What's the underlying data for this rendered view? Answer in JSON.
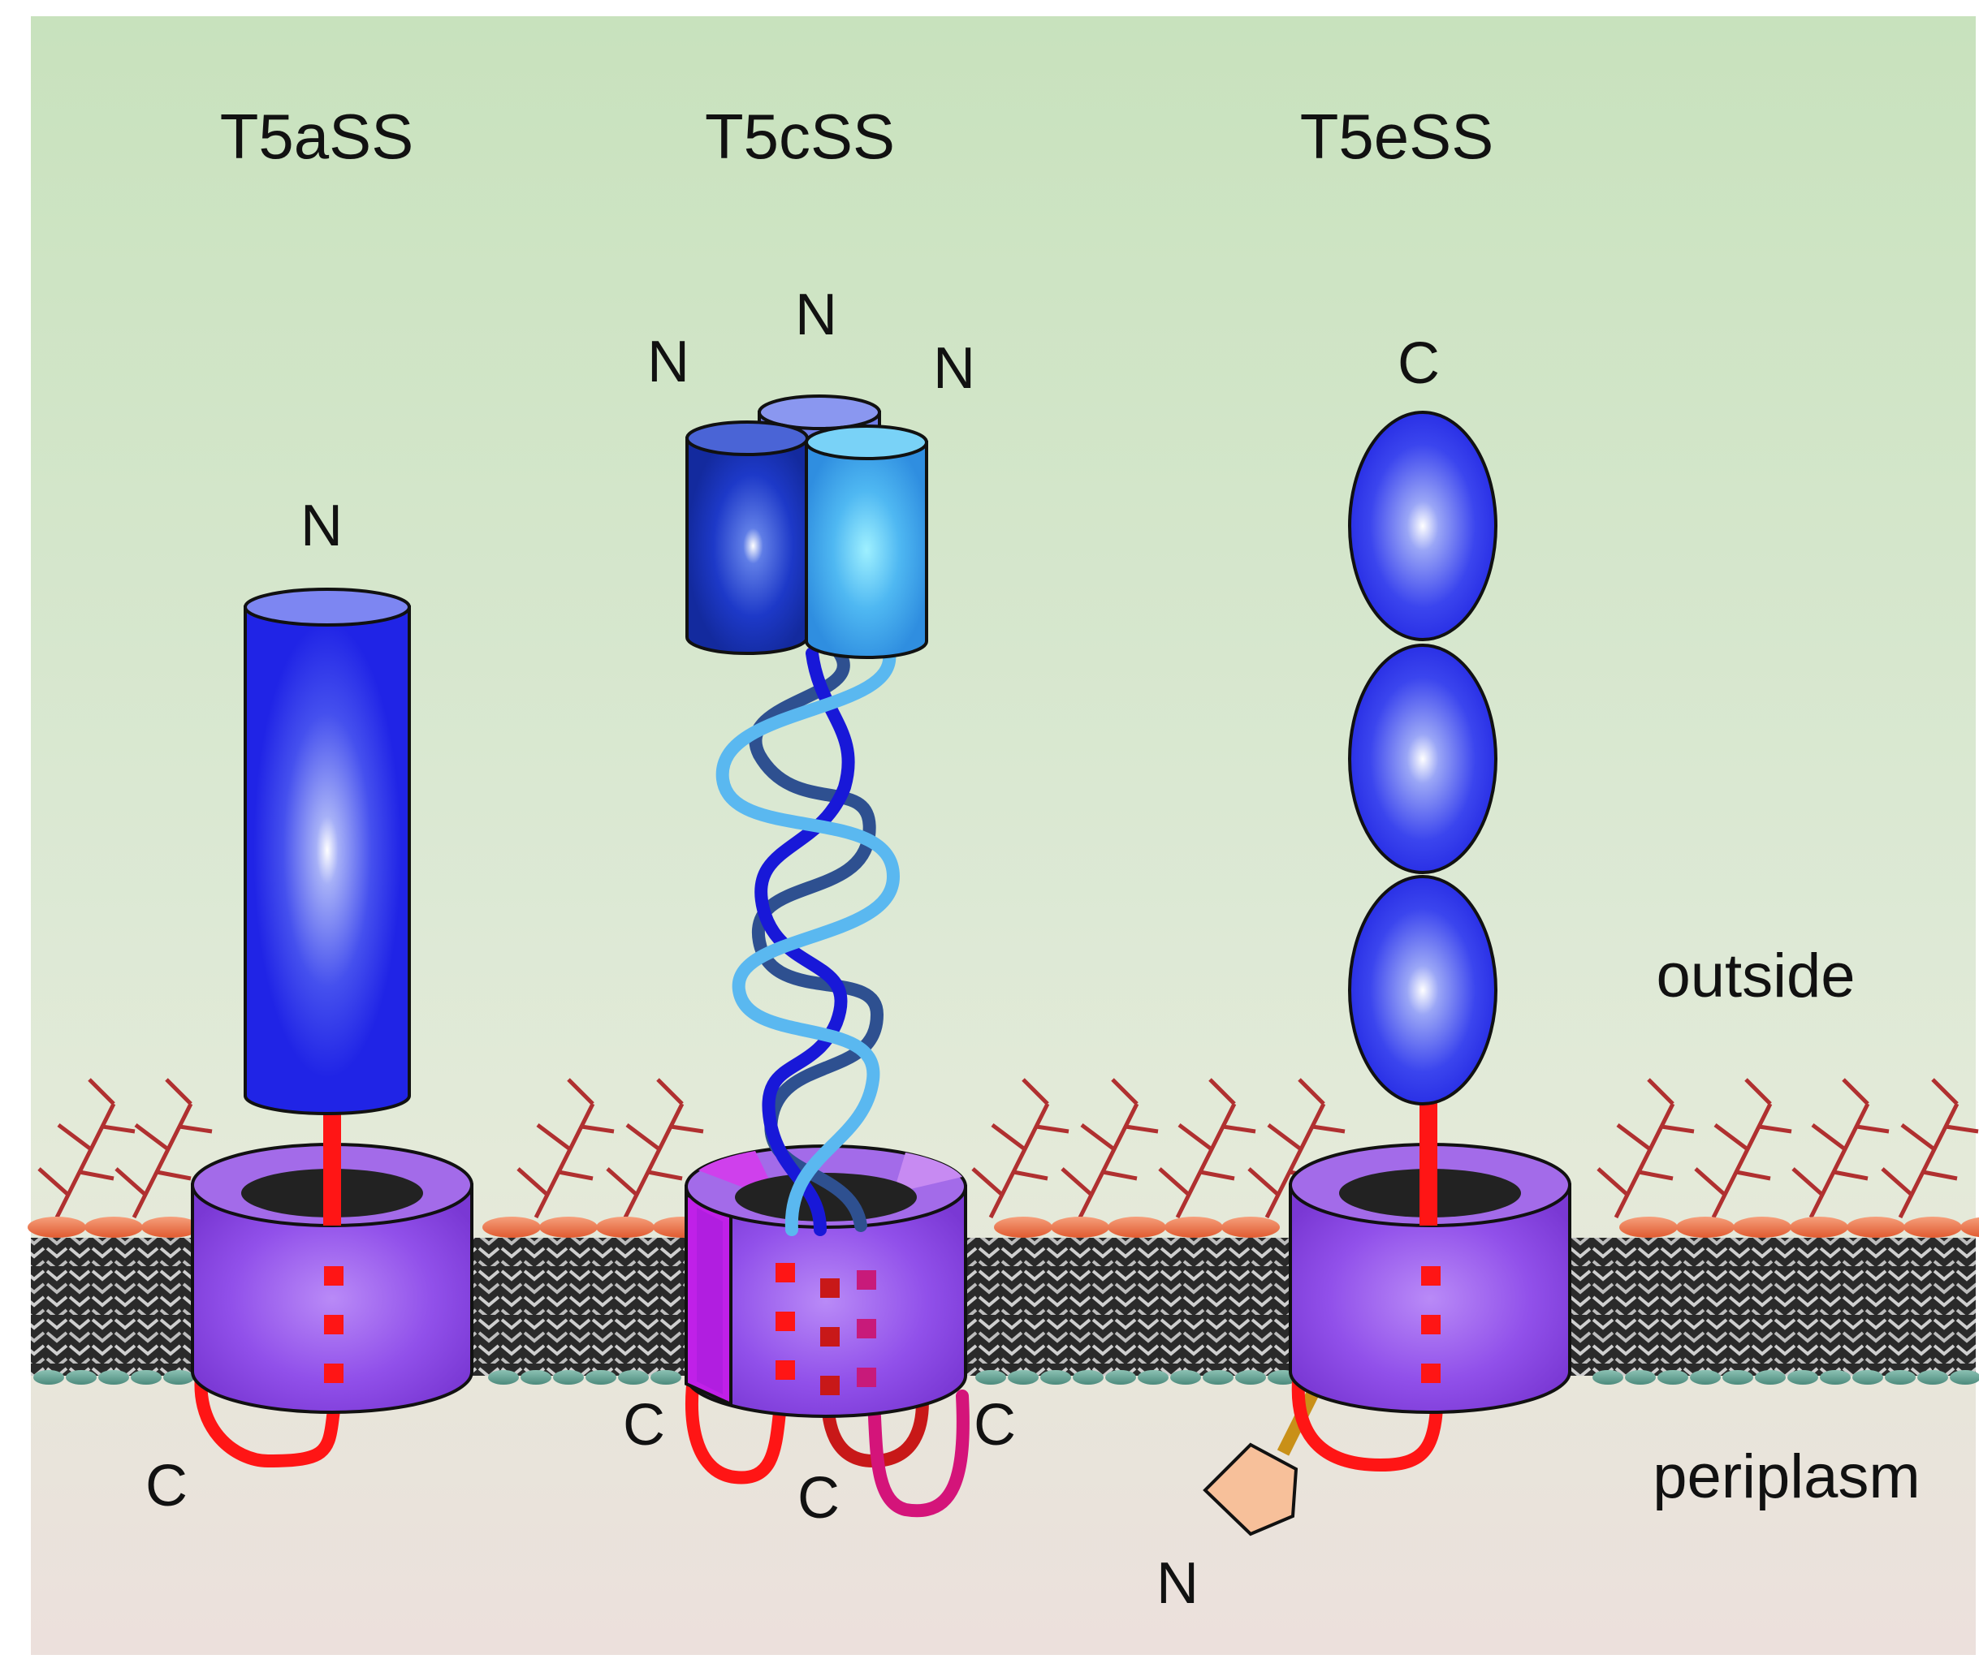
{
  "systems": [
    {
      "title": "T5aSS",
      "n_label": "N",
      "c_label": "C"
    },
    {
      "title": "T5cSS",
      "n_labels": [
        "N",
        "N",
        "N"
      ],
      "c_labels": [
        "C",
        "C",
        "C"
      ]
    },
    {
      "title": "T5eSS",
      "n_label": "N",
      "c_label": "C"
    }
  ],
  "regions": {
    "outside": "outside",
    "periplasm": "periplasm"
  },
  "colors": {
    "outside_top": "#c9e3bf",
    "outside_bottom": "#dfe9d6",
    "periplasm": "#ebe1df",
    "barrel": "#8f4fe6",
    "barrel_top": "#a86ff0",
    "passenger": "#2e2ef0",
    "linker": "#ff1a1a",
    "lps": "#a52a2a",
    "headgroup_outer": "#f07850",
    "headgroup_inner": "#6aa89a",
    "pentagon": "#f7c09a",
    "helix_dark": "#2f4f8f",
    "helix_blue": "#1a1ad6",
    "helix_light": "#5ab8f0"
  }
}
